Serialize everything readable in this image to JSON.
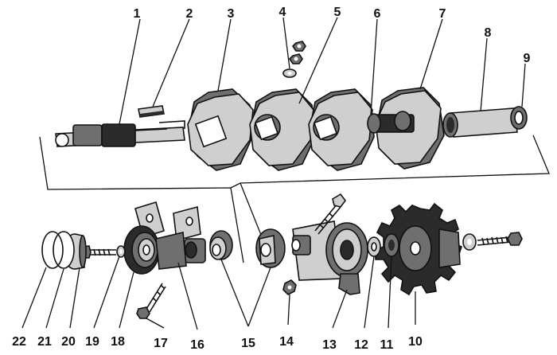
{
  "labels": {
    "n1": "1",
    "n2": "2",
    "n3": "3",
    "n4": "4",
    "n5": "5",
    "n6": "6",
    "n7": "7",
    "n8": "8",
    "n9": "9",
    "n10": "10",
    "n11": "11",
    "n12": "12",
    "n13": "13",
    "n14": "14",
    "n15": "15",
    "n16": "16",
    "n17": "17",
    "n18": "18",
    "n19": "19",
    "n20": "20",
    "n21": "21",
    "n22": "22"
  },
  "colors": {
    "ink": "#111111",
    "shade": "#2b2b2b",
    "paper": "#ffffff"
  }
}
